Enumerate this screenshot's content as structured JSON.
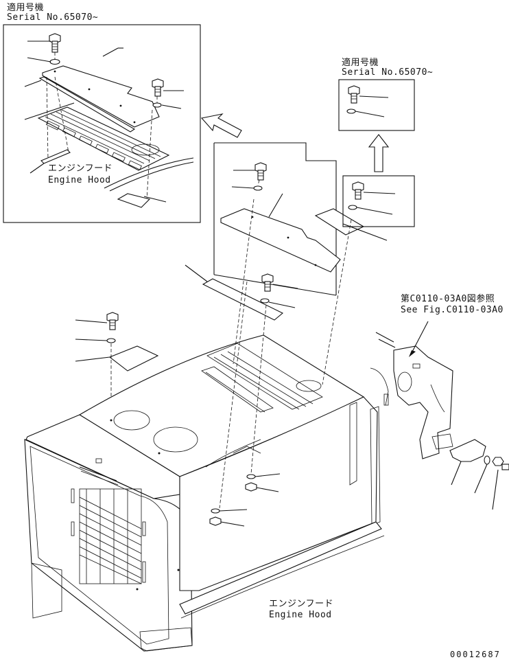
{
  "labels": {
    "applicable_serial_jp_1": "適用号機",
    "applicable_serial_en_1": "Serial No.65070~",
    "applicable_serial_jp_2": "適用号機",
    "applicable_serial_en_2": "Serial No.65070~",
    "engine_hood_jp_inset": "エンジンフード",
    "engine_hood_en_inset": "Engine Hood",
    "see_fig_jp": "第C0110-03A0図参照",
    "see_fig_en": "See Fig.C0110-03A0",
    "engine_hood_jp_main": "エンジンフード",
    "engine_hood_en_main": "Engine Hood",
    "drawing_number": "00012687"
  }
}
